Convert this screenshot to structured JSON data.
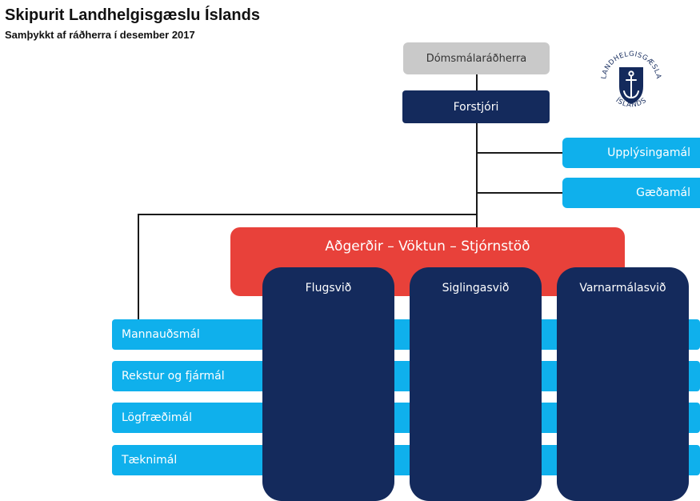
{
  "header": {
    "title": "Skipurit Landhelgisgæslu Íslands",
    "subtitle": "Samþykkt af ráðherra í desember 2017"
  },
  "chart": {
    "minister": "Dómsmálaráðherra",
    "director": "Forstjóri",
    "staff_units": [
      "Upplýsingamál",
      "Gæðamál"
    ],
    "operations": "Aðgerðir – Vöktun – Stjórnstöð",
    "divisions": [
      "Flugsvið",
      "Siglingasvið",
      "Varnarmálasvið"
    ],
    "support_functions": [
      "Mannauðsmál",
      "Rekstur og fjármál",
      "Lögfræðimál",
      "Tæknimál"
    ]
  },
  "logo": {
    "text_top": "LANDHELGISGÆSLA",
    "text_bottom": "ÍSLANDS",
    "icon": "anchor-icon"
  },
  "colors": {
    "navy": "#142a5c",
    "light_blue": "#0fb0ec",
    "red": "#e8413a",
    "gray": "#c9c9c9"
  }
}
